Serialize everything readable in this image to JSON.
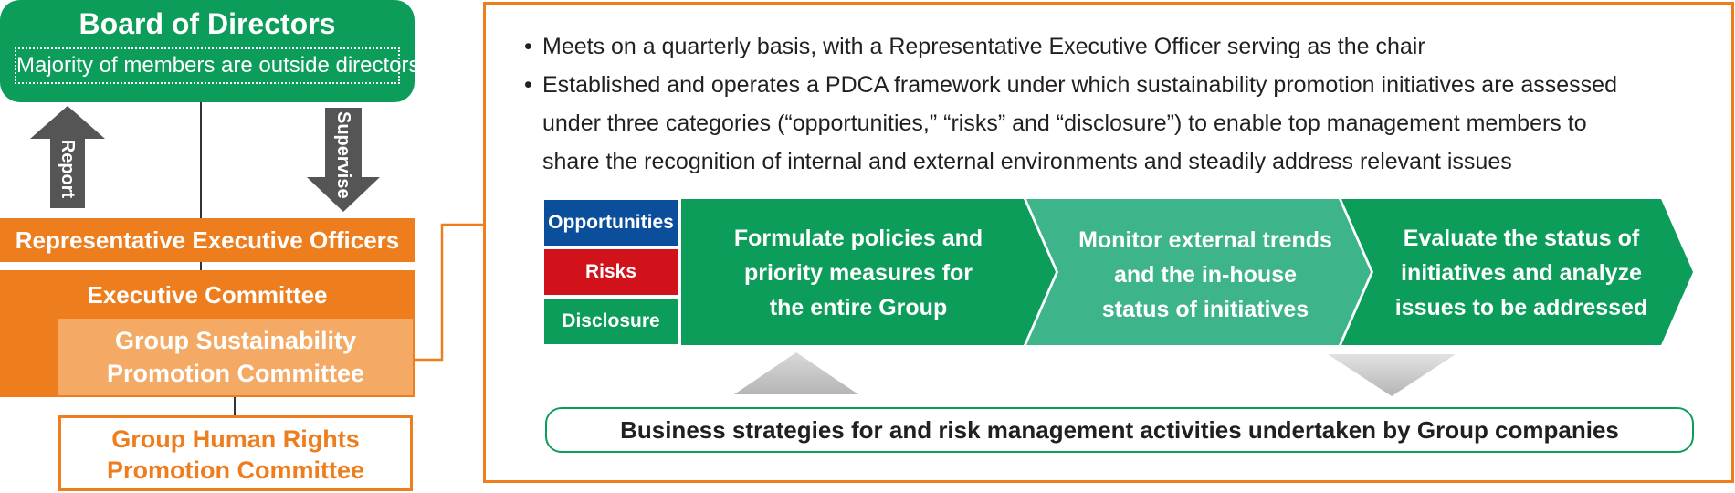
{
  "board": {
    "title": "Board of Directors",
    "subtitle": "Majority of members are outside directors"
  },
  "arrows": {
    "report": "Report",
    "supervise": "Supervise"
  },
  "org": {
    "representative_officers": "Representative Executive Officers",
    "executive_committee": "Executive Committee",
    "sustainability_committee_line1": "Group Sustainability",
    "sustainability_committee_line2": "Promotion Committee",
    "human_rights_committee_line1": "Group Human Rights",
    "human_rights_committee_line2": "Promotion Committee"
  },
  "panel": {
    "bullets": [
      {
        "symbol": "•",
        "lines": [
          "Meets on a quarterly basis, with a Representative Executive Officer serving as the chair"
        ]
      },
      {
        "symbol": "•",
        "lines": [
          "Established and operates a PDCA framework under which sustainability promotion initiatives are assessed",
          "under three categories (“opportunities,” “risks” and “disclosure”) to enable top management members to",
          "share the recognition of internal and external environments and steadily address relevant issues"
        ]
      }
    ],
    "categories": [
      "Opportunities",
      "Risks",
      "Disclosure"
    ],
    "steps": [
      {
        "lines": [
          "Formulate policies and",
          "priority measures for",
          "the entire Group"
        ]
      },
      {
        "lines": [
          "Monitor external trends",
          "and the in-house",
          "status of initiatives"
        ]
      },
      {
        "lines": [
          "Evaluate the status of",
          "initiatives and analyze",
          "issues to be addressed"
        ]
      }
    ],
    "business_box": "Business strategies for and risk management activities undertaken by Group companies"
  },
  "colors": {
    "green": "#0c9d5a",
    "green_light": "#3eb48a",
    "orange": "#ee7d1d",
    "orange_light": "#f4aa65",
    "blue": "#0b4f9c",
    "red": "#d2121b",
    "gray_arrow": "#555555"
  }
}
